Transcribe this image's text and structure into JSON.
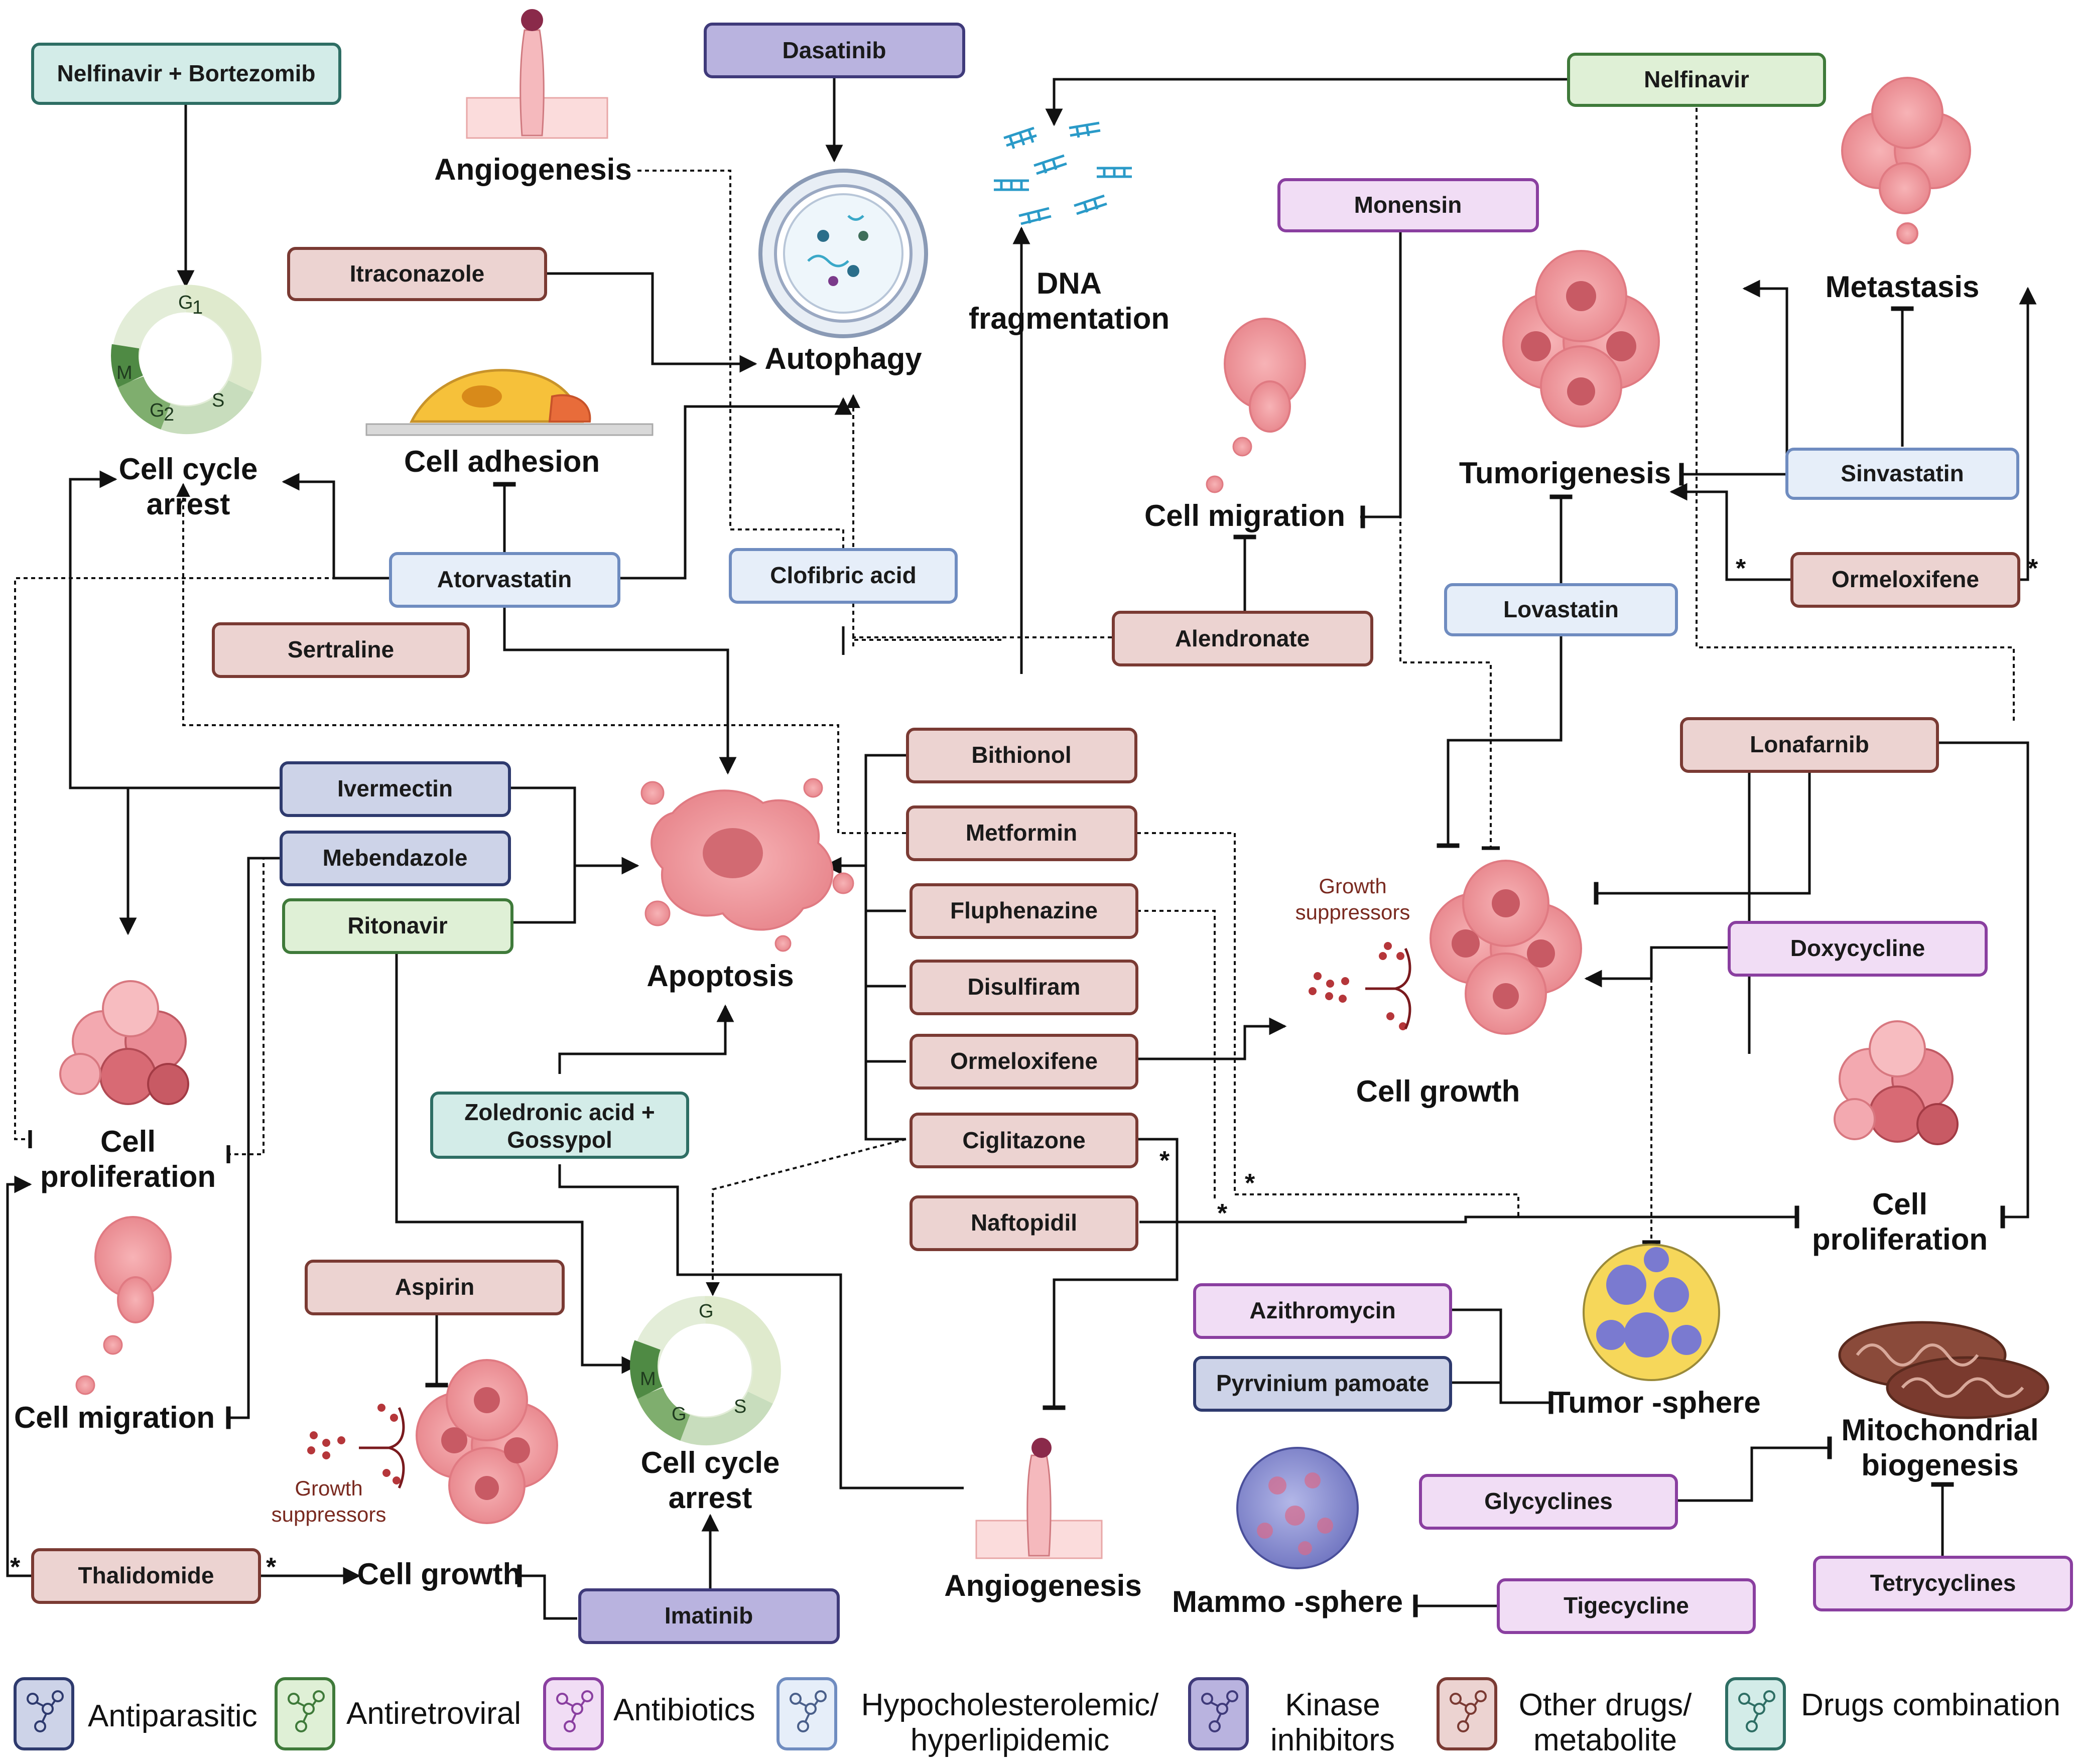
{
  "colors": {
    "antiparasitic": {
      "fill": "#cdd3e8",
      "stroke": "#2e3a6e"
    },
    "antiretroviral": {
      "fill": "#dff0d6",
      "stroke": "#3f7a3a"
    },
    "antibiotics": {
      "fill": "#f1ddf5",
      "stroke": "#8a3fa0"
    },
    "hypocholesterolemic": {
      "fill": "#e6eef9",
      "stroke": "#6f8cc0"
    },
    "kinase": {
      "fill": "#b9b3df",
      "stroke": "#3f3a7a"
    },
    "other": {
      "fill": "#ecd3d1",
      "stroke": "#7a3a33"
    },
    "combination": {
      "fill": "#d3ece8",
      "stroke": "#2e6e64"
    }
  },
  "drugs": {
    "nelfinavir_bortezomib": "Nelfinavir + Bortezomib",
    "dasatinib": "Dasatinib",
    "nelfinavir": "Nelfinavir",
    "monensin": "Monensin",
    "itraconazole": "Itraconazole",
    "atorvastatin": "Atorvastatin",
    "clofibric_acid": "Clofibric acid",
    "sertraline": "Sertraline",
    "alendronate": "Alendronate",
    "lovastatin": "Lovastatin",
    "sinvastatin": "Sinvastatin",
    "ormeloxifene_top": "Ormeloxifene",
    "bithionol": "Bithionol",
    "metformin": "Metformin",
    "fluphenazine": "Fluphenazine",
    "disulfiram": "Disulfiram",
    "ormeloxifene": "Ormeloxifene",
    "ciglitazone": "Ciglitazone",
    "naftopidil": "Naftopidil",
    "lonafarnib": "Lonafarnib",
    "doxycycline": "Doxycycline",
    "ivermectin": "Ivermectin",
    "mebendazole": "Mebendazole",
    "ritonavir": "Ritonavir",
    "zoledronic_gossypol_1": "Zoledronic acid +",
    "zoledronic_gossypol_2": "Gossypol",
    "aspirin": "Aspirin",
    "azithromycin": "Azithromycin",
    "pyrvinium": "Pyrvinium pamoate",
    "glycyclines": "Glycyclines",
    "tigecycline": "Tigecycline",
    "tetrycyclines": "Tetrycyclines",
    "thalidomide": "Thalidomide",
    "imatinib": "Imatinib"
  },
  "outcomes": {
    "angiogenesis_top": "Angiogenesis",
    "autophagy": "Autophagy",
    "dna_1": "DNA",
    "dna_2": "fragmentation",
    "metastasis": "Metastasis",
    "cell_cycle_arrest_1": "Cell cycle",
    "cell_cycle_arrest_2": "arrest",
    "cell_adhesion": "Cell adhesion",
    "tumorigenesis": "Tumorigenesis",
    "cell_migration_right": "Cell migration",
    "apoptosis": "Apoptosis",
    "cell_growth_right": "Cell growth",
    "cell_proliferation_left_1": "Cell",
    "cell_proliferation_left_2": "proliferation",
    "cell_proliferation_right_1": "Cell",
    "cell_proliferation_right_2": "proliferation",
    "cell_migration_left": "Cell migration",
    "cell_cycle_arrest_bottom_1": "Cell cycle",
    "cell_cycle_arrest_bottom_2": "arrest",
    "angiogenesis_bottom": "Angiogenesis",
    "tumor_sphere": "Tumor -sphere",
    "mitochondrial_1": "Mitochondrial",
    "mitochondrial_2": "biogenesis",
    "mammo_sphere": "Mammo -sphere",
    "cell_growth_bottom": "Cell growth"
  },
  "labels": {
    "growth_suppressors_1": "Growth",
    "growth_suppressors_2": "suppressors",
    "phase_g1": "G",
    "phase_g1_sub": "1",
    "phase_s": "S",
    "phase_g2": "G",
    "phase_g2_sub": "2",
    "phase_m": "M",
    "star": "*"
  },
  "legend": {
    "antiparasitic": "Antiparasitic",
    "antiretroviral": "Antiretroviral",
    "antibiotics": "Antibiotics",
    "hypo_1": "Hypocholesterolemic/",
    "hypo_2": "hyperlipidemic",
    "kinase_1": "Kinase",
    "kinase_2": "inhibitors",
    "other_1": "Other drugs/",
    "other_2": "metabolite",
    "combination": "Drugs combination"
  }
}
